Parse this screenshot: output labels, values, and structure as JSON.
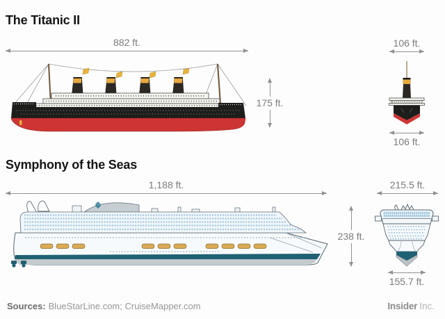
{
  "ships": {
    "titanic": {
      "title": "The Titanic II",
      "length": "882 ft.",
      "height": "175 ft.",
      "beam_top": "106 ft.",
      "beam_bottom": "106 ft."
    },
    "symphony": {
      "title": "Symphony of the Seas",
      "length": "1,188 ft.",
      "height": "238 ft.",
      "beam_top": "215.5 ft.",
      "beam_bottom": "155.7 ft."
    }
  },
  "footer": {
    "sources_label": "Sources:",
    "sources_value": "BlueStarLine.com; CruiseMapper.com",
    "brand_name": "Insider",
    "brand_suffix": "Inc."
  },
  "colors": {
    "titanic_hull_black": "#1d1d1b",
    "titanic_hull_red": "#cd3534",
    "funnel_amber": "#eaa93c",
    "symphony_stripe_teal": "#1f6173",
    "lifeboat_amber": "#d9ab55",
    "dimension_gray": "#7b7b7b"
  }
}
